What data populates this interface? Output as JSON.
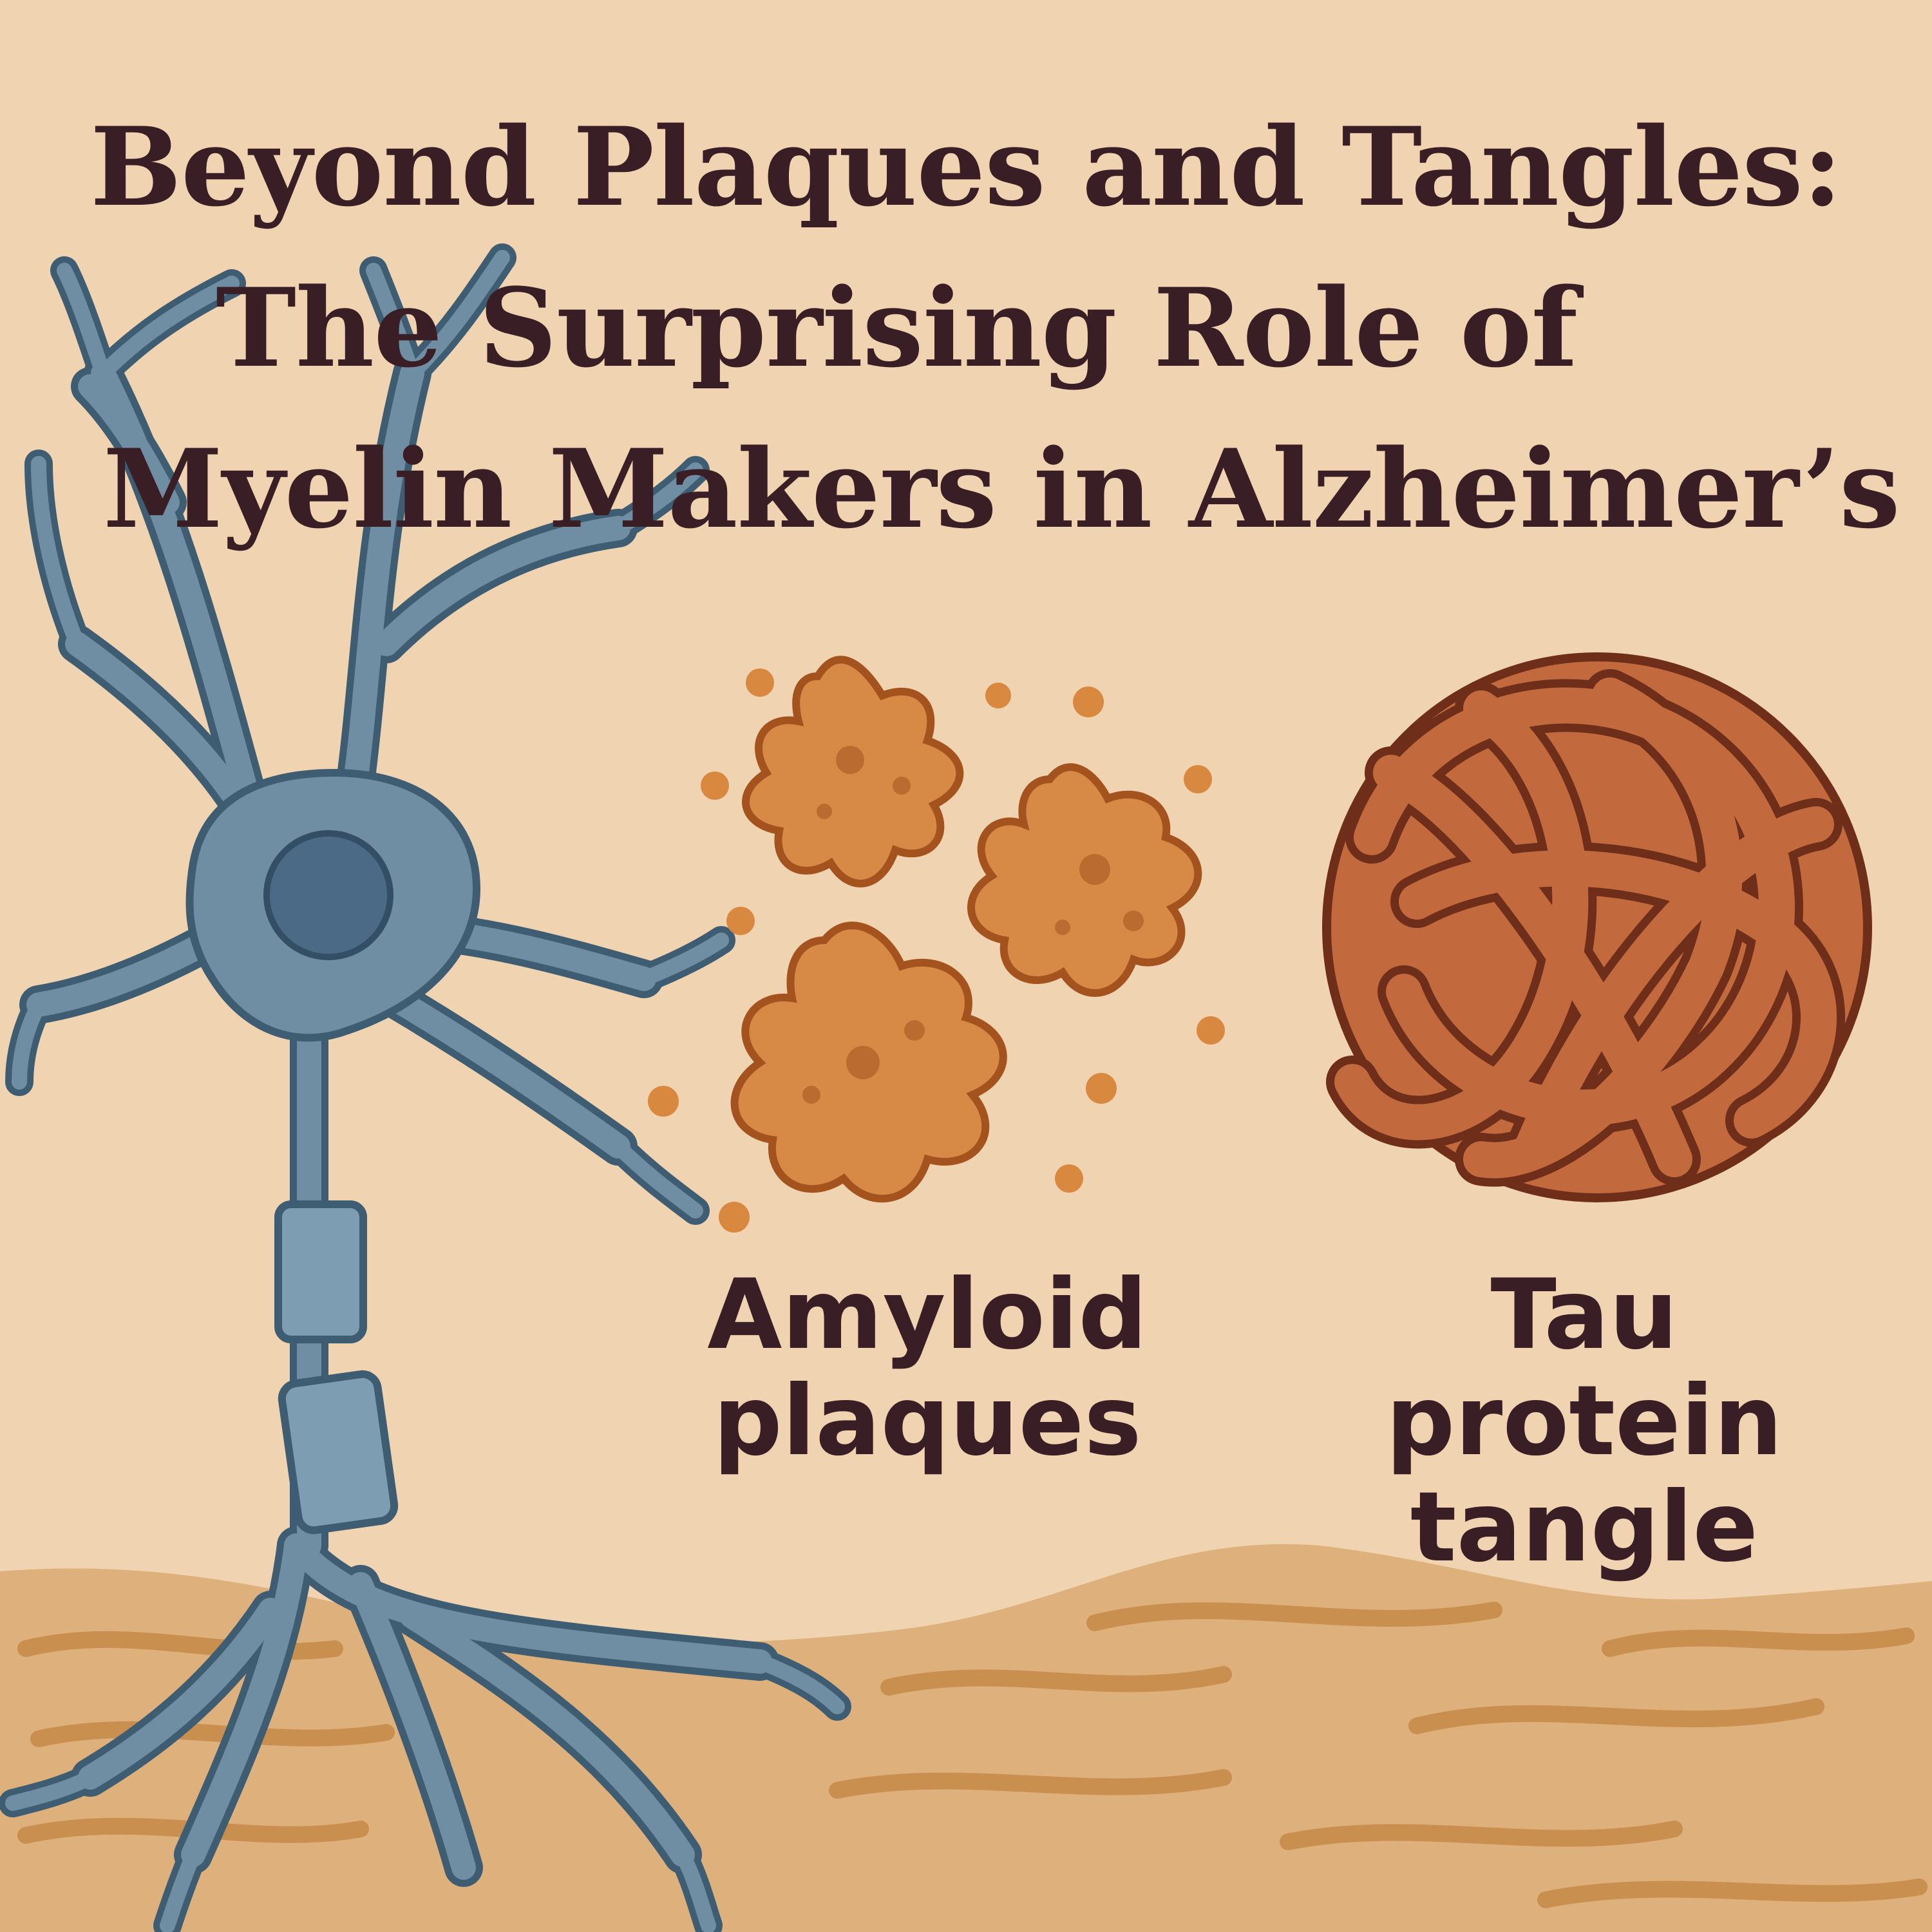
{
  "title": {
    "line1": "Beyond Plaques and Tangles:",
    "line2": "The Surprising Role of",
    "line3": "Myelin Makers in Alzheimer’s"
  },
  "labels": {
    "amyloid_line1": "Amyloid",
    "amyloid_line2": "plaques",
    "tau_line1": "Tau protein",
    "tau_line2": "tangle"
  },
  "colors": {
    "background": "#f0d3b0",
    "ground": "#ddb07c",
    "ground_stripes": "#c98f4e",
    "text": "#3a1e26",
    "neuron_fill": "#6f8ea3",
    "neuron_outline": "#3e5d72",
    "nucleus": "#4b6a85",
    "plaque_fill": "#d68a45",
    "plaque_outline": "#a4531f",
    "tangle_fill": "#b85e35",
    "tangle_outline": "#6e2e1a"
  },
  "icons": [
    "neuron-icon",
    "amyloid-plaque-icon",
    "tau-tangle-icon"
  ]
}
